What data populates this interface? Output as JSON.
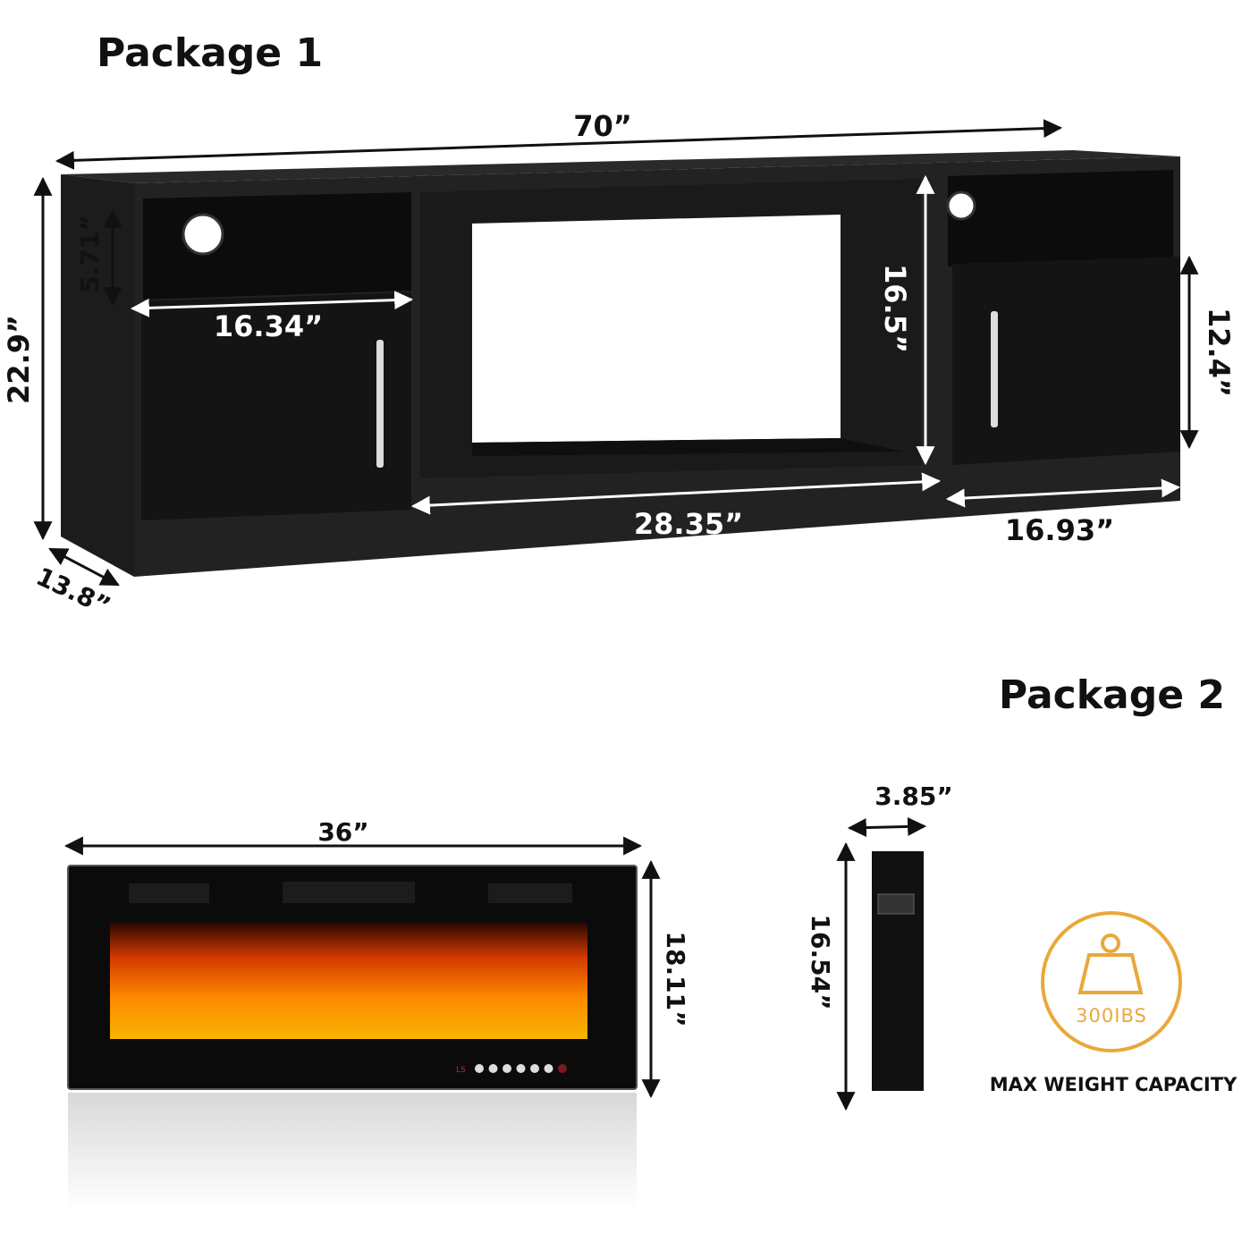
{
  "package1": {
    "title": "Package 1",
    "dimensions": {
      "width": "70”",
      "height": "22.9”",
      "depth": "13.8”",
      "shelf_height": "5.71”",
      "shelf_width": "16.34”",
      "fireplace_opening_height": "16.5”",
      "fireplace_opening_width": "28.35”",
      "right_door_height": "12.4”",
      "right_cabinet_width": "16.93”"
    }
  },
  "package2": {
    "title": "Package 2",
    "dimensions": {
      "fireplace_width": "36”",
      "fireplace_height": "18.11”",
      "fireplace_depth": "3.85”",
      "side_height": "16.54”"
    },
    "control_panel": {
      "icons": [
        "power",
        "timer",
        "up",
        "down",
        "flame",
        "light",
        "remote"
      ],
      "display": "LS"
    }
  },
  "badge": {
    "weight": "300IBS",
    "caption": "MAX WEIGHT CAPACITY",
    "color": "#E8A93A"
  }
}
